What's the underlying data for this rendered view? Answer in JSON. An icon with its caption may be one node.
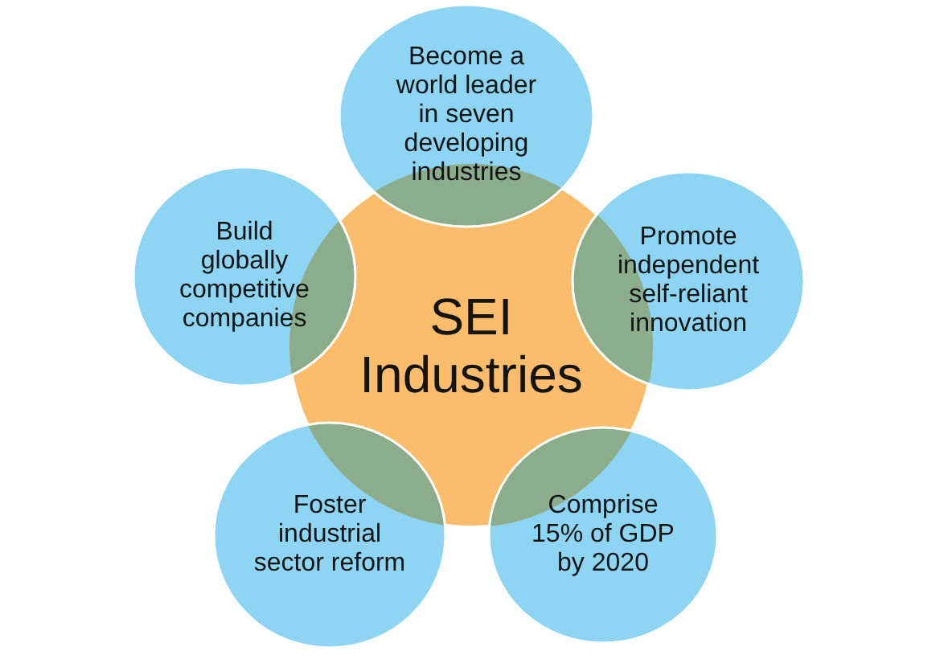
{
  "diagram": {
    "nodes": [
      {
        "text": [
          "SEI Industries"
        ]
      },
      {
        "text": [
          "Become a world leader in seven developing industries"
        ]
      },
      {
        "text": [
          "Promote independent self-reliant innovation"
        ]
      },
      {
        "text": [
          "Comprise 15% of GDP by 2020"
        ]
      },
      {
        "text": [
          "Foster industrial sector reform"
        ]
      },
      {
        "text": [
          "Build globally competitive companies"
        ]
      }
    ]
  }
}
